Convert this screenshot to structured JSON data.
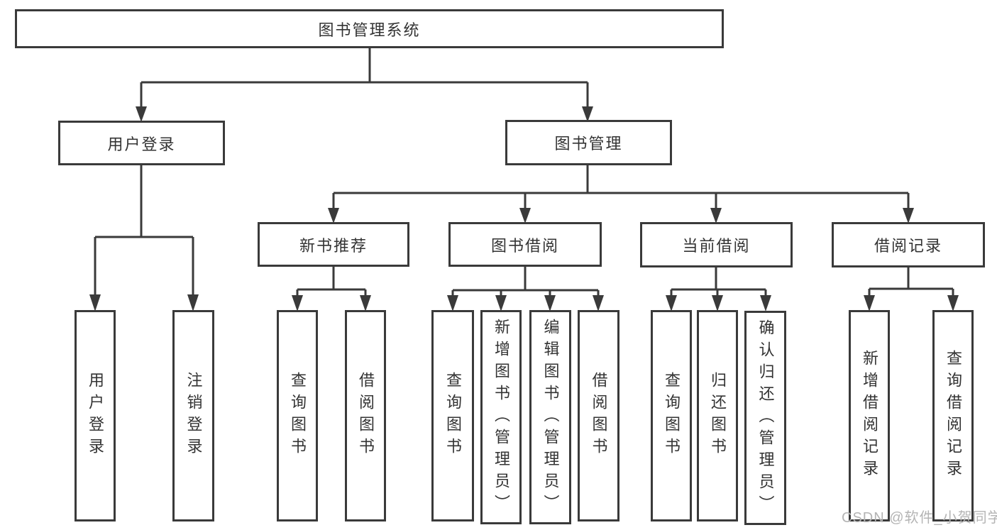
{
  "colors": {
    "line": "#3a3a3a",
    "text": "#333333",
    "watermark_color": "#b4b4b4",
    "background": "#ffffff"
  },
  "watermark": "CSDN @软件_小贺同学",
  "tree": {
    "root": "图书管理系统",
    "login": {
      "label": "用户登录",
      "children": [
        "用户登录",
        "注销登录"
      ]
    },
    "management": {
      "label": "图书管理",
      "groups": [
        {
          "label": "新书推荐",
          "children": [
            "查询图书",
            "借阅图书"
          ]
        },
        {
          "label": "图书借阅",
          "children": [
            "查询图书",
            "新增图书（管理员）",
            "编辑图书（管理员）",
            "借阅图书"
          ]
        },
        {
          "label": "当前借阅",
          "children": [
            "查询图书",
            "归还图书",
            "确认归还（管理员）"
          ]
        },
        {
          "label": "借阅记录",
          "children": [
            "新增借阅记录",
            "查询借阅记录"
          ]
        }
      ]
    }
  }
}
